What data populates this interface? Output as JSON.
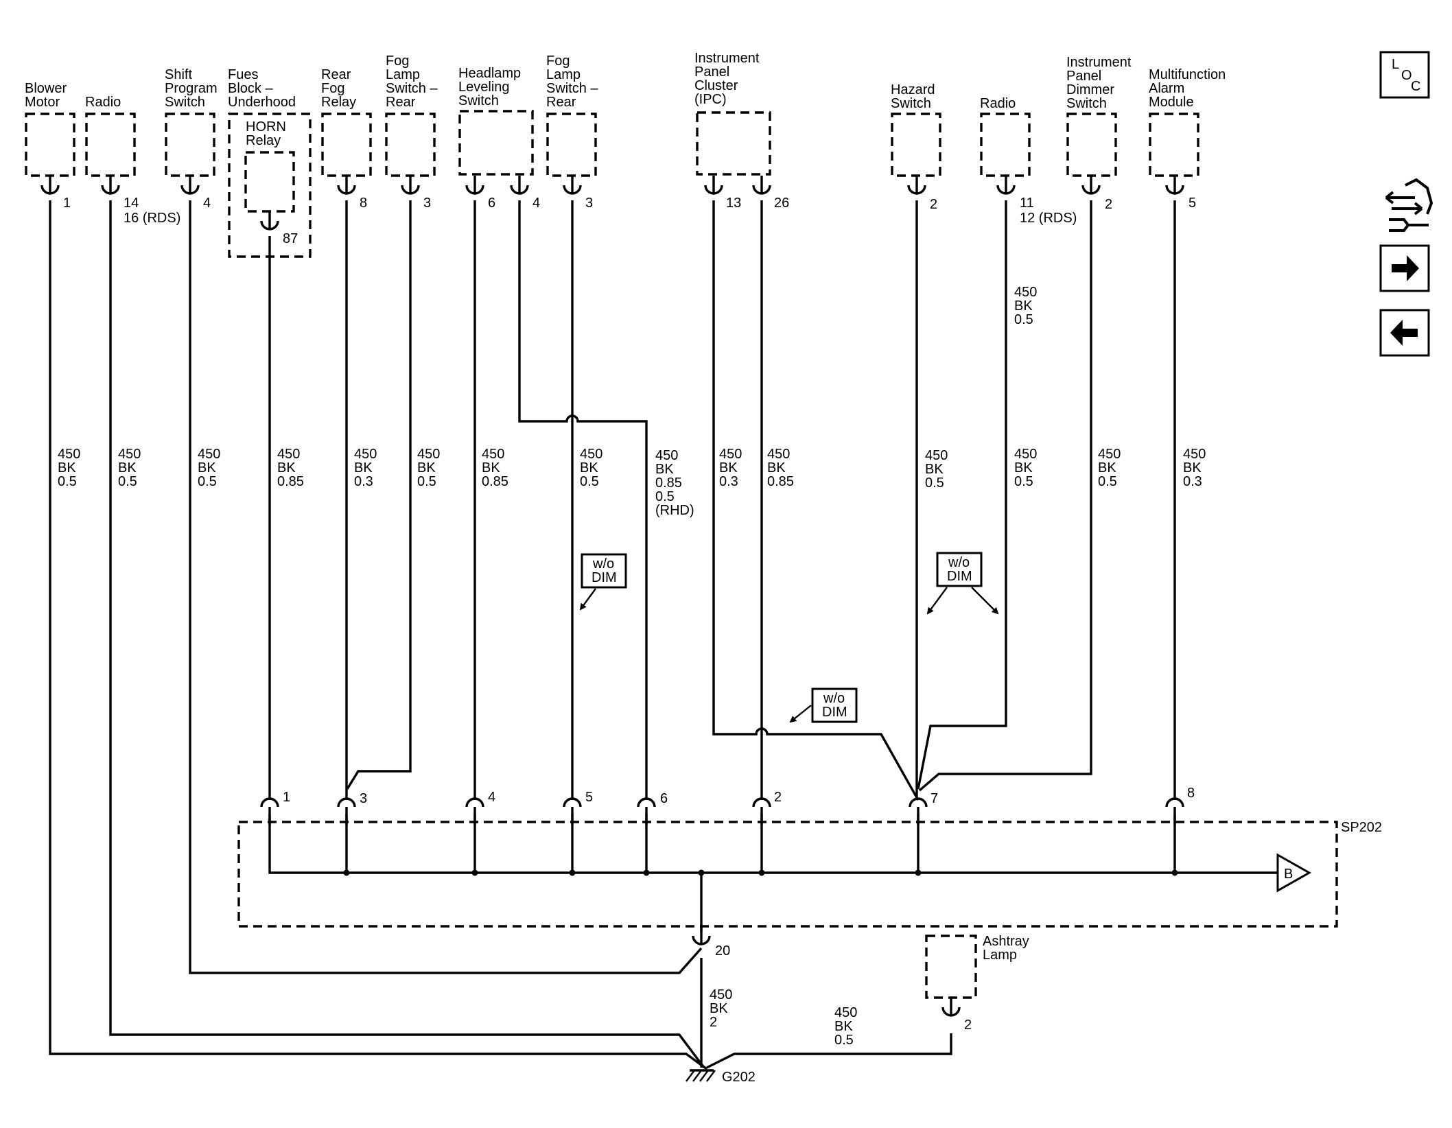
{
  "components": {
    "blower_motor": [
      "Blower",
      "Motor"
    ],
    "radio_left": [
      "Radio"
    ],
    "shift_program_switch": [
      "Shift",
      "Program",
      "Switch"
    ],
    "fuse_block": [
      "Fues",
      "Block –",
      "Underhood"
    ],
    "horn_relay": [
      "HORN",
      "Relay"
    ],
    "rear_fog_relay": [
      "Rear",
      "Fog",
      "Relay"
    ],
    "fog_lamp_switch_rear_1": [
      "Fog",
      "Lamp",
      "Switch –",
      "Rear"
    ],
    "headlamp_leveling_switch": [
      "Headlamp",
      "Leveling",
      "Switch"
    ],
    "fog_lamp_switch_rear_2": [
      "Fog",
      "Lamp",
      "Switch –",
      "Rear"
    ],
    "instrument_panel_cluster": [
      "Instrument",
      "Panel",
      "Cluster",
      "(IPC)"
    ],
    "hazard_switch": [
      "Hazard",
      "Switch"
    ],
    "radio_right": [
      "Radio"
    ],
    "instrument_panel_dimmer_switch": [
      "Instrument",
      "Panel",
      "Dimmer",
      "Switch"
    ],
    "multifunction_alarm_module": [
      "Multifunction",
      "Alarm",
      "Module"
    ],
    "ashtray_lamp": [
      "Ashtray",
      "Lamp"
    ]
  },
  "pins": {
    "blower": "1",
    "radio_left": "14",
    "radio_left_rds": "16 (RDS)",
    "shift": "4",
    "horn": "87",
    "rear_fog": "8",
    "fog_lamp_1": "3",
    "headlamp_a": "6",
    "headlamp_b": "4",
    "fog_lamp_2": "3",
    "ipc_a": "13",
    "ipc_b": "26",
    "hazard": "2",
    "radio_right": "11",
    "radio_right_rds": "12 (RDS)",
    "dimmer": "2",
    "alarm": "5",
    "ashtray": "2"
  },
  "wires": {
    "w1": [
      "450",
      "BK",
      "0.5"
    ],
    "w2": [
      "450",
      "BK",
      "0.5"
    ],
    "w3": [
      "450",
      "BK",
      "0.5"
    ],
    "w4": [
      "450",
      "BK",
      "0.85"
    ],
    "w5": [
      "450",
      "BK",
      "0.3"
    ],
    "w6": [
      "450",
      "BK",
      "0.5"
    ],
    "w7": [
      "450",
      "BK",
      "0.85"
    ],
    "w8": [
      "450",
      "BK",
      "0.5"
    ],
    "w9": [
      "450",
      "BK",
      "0.85",
      "0.5",
      "(RHD)"
    ],
    "w10": [
      "450",
      "BK",
      "0.3"
    ],
    "w11": [
      "450",
      "BK",
      "0.85"
    ],
    "w12": [
      "450",
      "BK",
      "0.5"
    ],
    "w13": [
      "450",
      "BK",
      "0.5"
    ],
    "w13_upper": [
      "450",
      "BK",
      "0.5"
    ],
    "w14": [
      "450",
      "BK",
      "0.5"
    ],
    "w15": [
      "450",
      "BK",
      "0.3"
    ],
    "ground_main": [
      "450",
      "BK",
      "2"
    ],
    "ashtray_wire": [
      "450",
      "BK",
      "0.5"
    ]
  },
  "splice": {
    "name": "SP202",
    "pins": [
      "1",
      "3",
      "4",
      "5",
      "6",
      "2",
      "7",
      "8",
      "20"
    ],
    "offpage_ref": "B"
  },
  "ground": {
    "name": "G202"
  },
  "notes": {
    "option_line1": "w/o",
    "option_line2": "DIM"
  },
  "nav": {
    "loc_letters": [
      "L",
      "O",
      "C"
    ],
    "icons": [
      "connector-view-icon",
      "next-page-arrow-icon",
      "previous-page-arrow-icon"
    ]
  }
}
